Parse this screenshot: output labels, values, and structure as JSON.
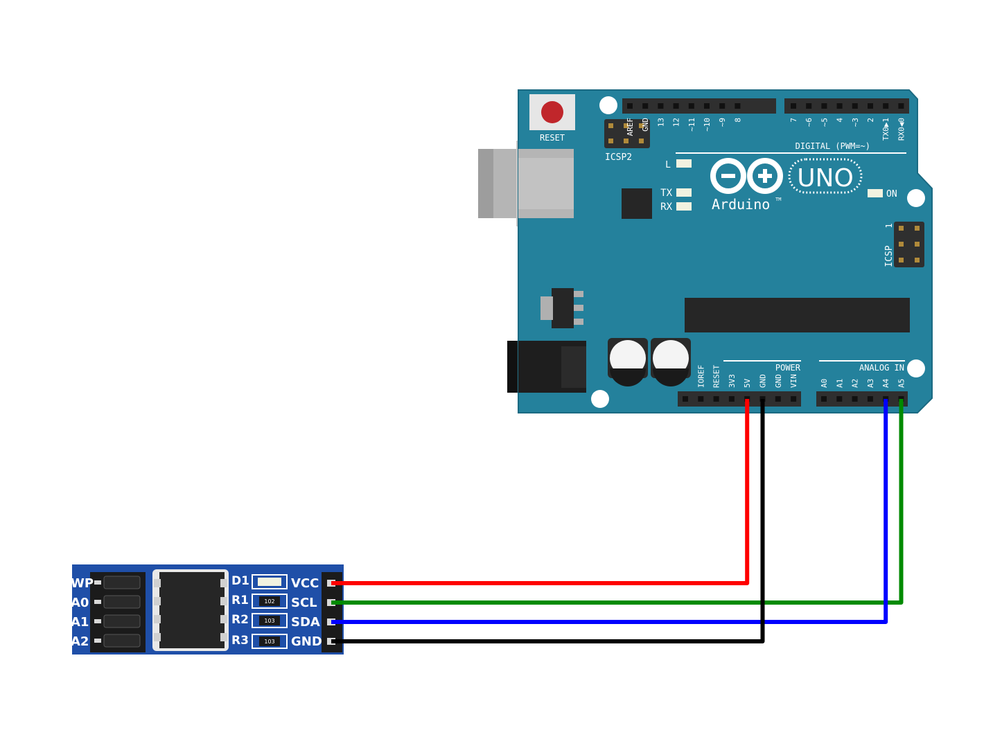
{
  "arduino": {
    "reset_label": "RESET",
    "icsp2_label": "ICSP2",
    "icsp_label": "ICSP",
    "icsp_pin1": "1",
    "digital_label": "DIGITAL (PWM=~)",
    "digital_pins_left": [
      "AREF",
      "GND",
      "13",
      "12",
      "~11",
      "~10",
      "~9",
      "8"
    ],
    "digital_pins_right": [
      "7",
      "~6",
      "~5",
      "4",
      "~3",
      "2",
      "TX0▶1",
      "RX0◀0"
    ],
    "led_labels": {
      "l": "L",
      "tx": "TX",
      "rx": "RX",
      "on": "ON"
    },
    "logo_text": "Arduino",
    "logo_tm": "TM",
    "uno_text": "UNO",
    "power_label": "POWER",
    "power_pins": [
      "IOREF",
      "RESET",
      "3V3",
      "5V",
      "GND",
      "GND",
      "VIN"
    ],
    "analog_label": "ANALOG IN",
    "analog_pins": [
      "A0",
      "A1",
      "A2",
      "A3",
      "A4",
      "A5"
    ],
    "colors": {
      "board": "#24819c",
      "board_dark": "#1b6a82",
      "header": "#2f2f2f"
    }
  },
  "eeprom_module": {
    "left_labels": [
      "WP",
      "A0",
      "A1",
      "A2"
    ],
    "right_labels": [
      "VCC",
      "SCL",
      "SDA",
      "GND"
    ],
    "component_labels": [
      "D1",
      "R1",
      "R2",
      "R3"
    ],
    "resistor_codes": [
      "102",
      "103",
      "103"
    ],
    "colors": {
      "pcb": "#1f4fa8"
    }
  },
  "wires": [
    {
      "from": "VCC",
      "to": "5V",
      "color": "#ff0000"
    },
    {
      "from": "SCL",
      "to": "A5",
      "color": "#008a00"
    },
    {
      "from": "SDA",
      "to": "A4",
      "color": "#0000ff"
    },
    {
      "from": "GND",
      "to": "GND",
      "color": "#000000"
    }
  ]
}
